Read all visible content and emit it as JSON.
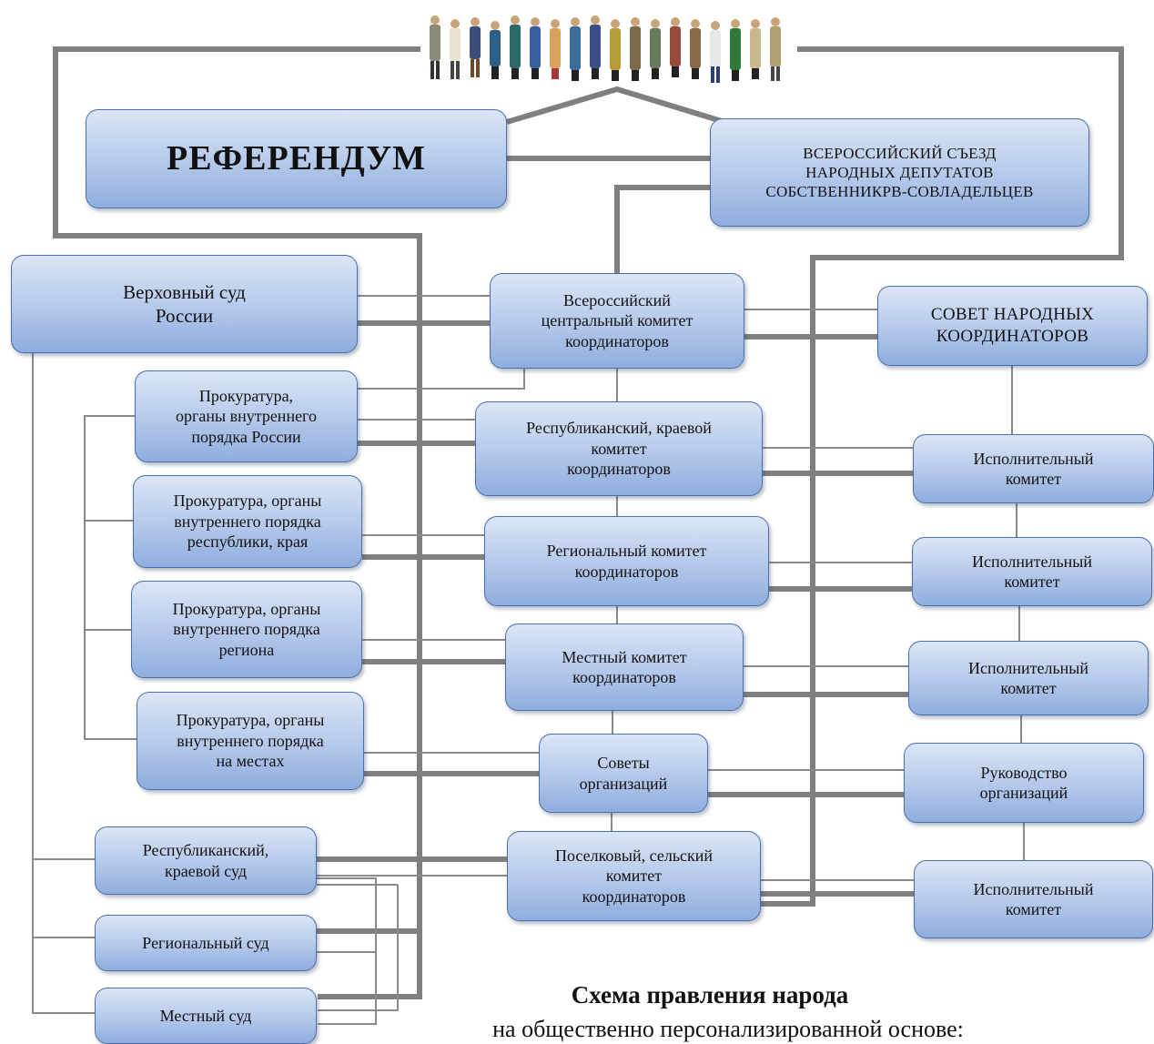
{
  "referendum": "РЕФЕРЕНДУМ",
  "congress": "ВСЕРОССИЙСКИЙ СЪЕЗД\nНАРОДНЫХ ДЕПУТАТОВ\nСОБСТВЕННИКРВ-СОВЛАДЕЛЬЦЕВ",
  "supreme_court": "Верховный суд\nРоссии",
  "central_committee": "Всероссийский\nцентральный комитет\nкоординаторов",
  "people_council": "СОВЕТ НАРОДНЫХ\nКООРДИНАТОРОВ",
  "prosecutors": [
    "Прокуратура,\nорганы внутреннего\nпорядка России",
    "Прокуратура, органы\nвнутреннего порядка\nреспублики, края",
    "Прокуратура, органы\nвнутреннего порядка\nрегиона",
    "Прокуратура, органы\nвнутреннего порядка\nна местах"
  ],
  "committees": [
    "Республиканский, краевой\nкомитет\nкоординаторов",
    "Региональный комитет\nкоординаторов",
    "Местный комитет\nкоординаторов",
    "Советы\nорганизаций",
    "Поселковый, сельский\nкомитет\nкоординаторов"
  ],
  "executives": [
    "Исполнительный\nкомитет",
    "Исполнительный\nкомитет",
    "Исполнительный\nкомитет",
    "Руководство\nорганизаций",
    "Исполнительный\nкомитет"
  ],
  "courts": [
    "Республиканский,\nкраевой суд",
    "Региональный суд",
    "Местный суд"
  ],
  "caption": {
    "title": "Схема правления народа",
    "subtitle": "на общественно персонализированной основе:"
  }
}
